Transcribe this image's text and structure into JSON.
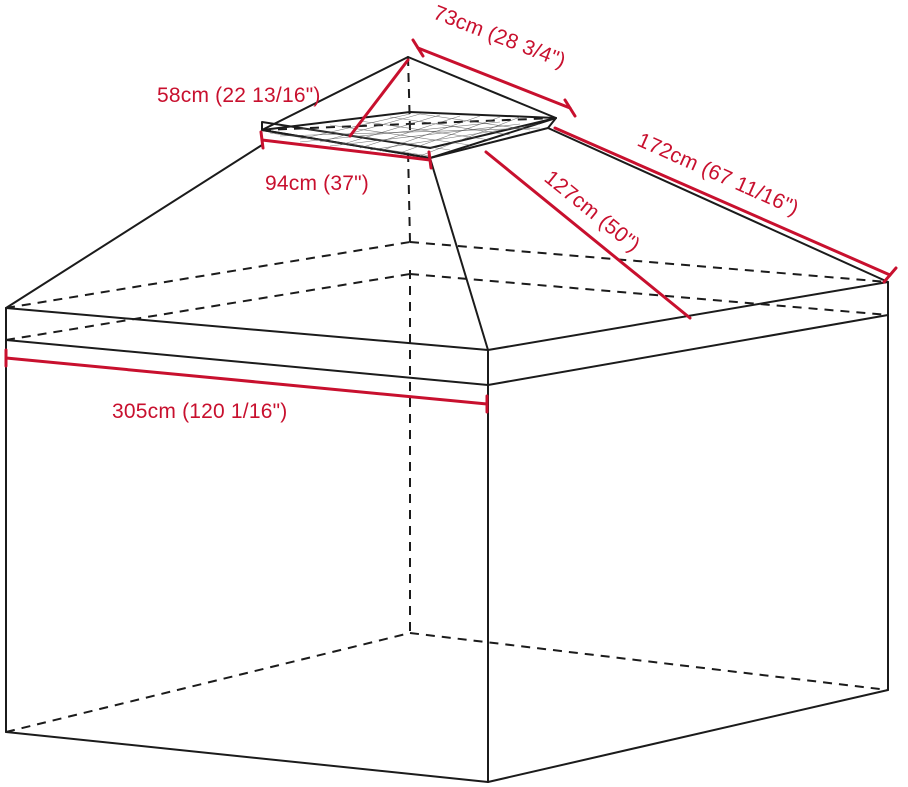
{
  "colors": {
    "dimension": "#c8102e",
    "frame": "#1b1b1b",
    "background": "#ffffff"
  },
  "dimensions": {
    "top_vent_side": "73cm (28 3/4\")",
    "vent_height": "58cm (22 13/16\")",
    "roof_edge": "172cm (67 11/16\")",
    "vent_width": "94cm (37\")",
    "roof_slope": "127cm (50\")",
    "base_width": "305cm (120 1/16\")"
  }
}
